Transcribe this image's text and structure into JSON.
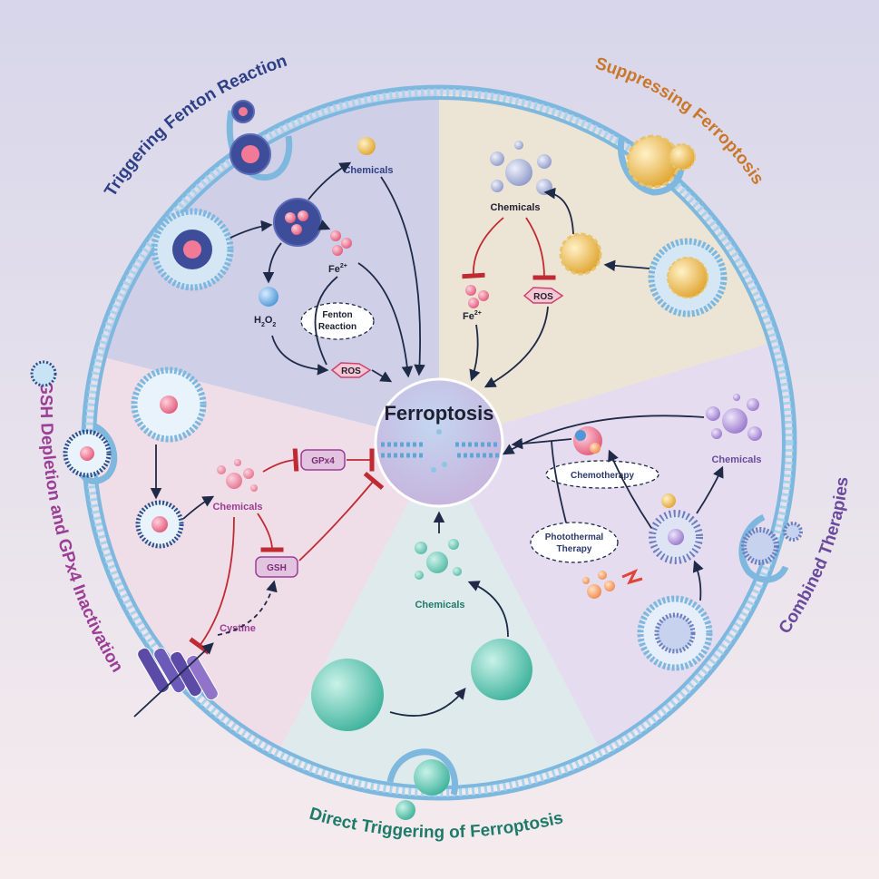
{
  "diagram": {
    "center": {
      "title": "Ferroptosis"
    },
    "sections": {
      "fenton": {
        "title": "Triggering Fenton Reaction",
        "chemicals": "Chemicals",
        "fe": "Fe",
        "fe_sup": "2+",
        "h2o2_h": "H",
        "h2o2_sub1": "2",
        "h2o2_o": "O",
        "h2o2_sub2": "2",
        "fenton_line1": "Fenton",
        "fenton_line2": "Reaction",
        "ros": "ROS"
      },
      "suppressing": {
        "title": "Suppressing Ferroptosis",
        "chemicals": "Chemicals",
        "fe": "Fe",
        "fe_sup": "2+",
        "ros": "ROS"
      },
      "gsh": {
        "title": "GSH Depletion and GPx4 Inactivation",
        "chemicals": "Chemicals",
        "gpx4": "GPx4",
        "gsh": "GSH",
        "cystine": "Cystine"
      },
      "direct": {
        "title": "Direct Triggering of Ferroptosis",
        "chemicals": "Chemicals"
      },
      "combined": {
        "title": "Combined Therapies",
        "chemicals": "Chemicals",
        "chemotherapy": "Chemotherapy",
        "photothermal_line1": "Photothermal",
        "photothermal_line2": "Therapy"
      }
    },
    "colors": {
      "fenton": "#2f3f86",
      "suppressing": "#c9772a",
      "gsh": "#9b3e95",
      "direct": "#1f7a6a",
      "combined": "#6a4a9c",
      "membrane": "#7fb8de",
      "activation_arrow": "#1e2a48",
      "inhibition_arrow": "#c02a32"
    }
  }
}
